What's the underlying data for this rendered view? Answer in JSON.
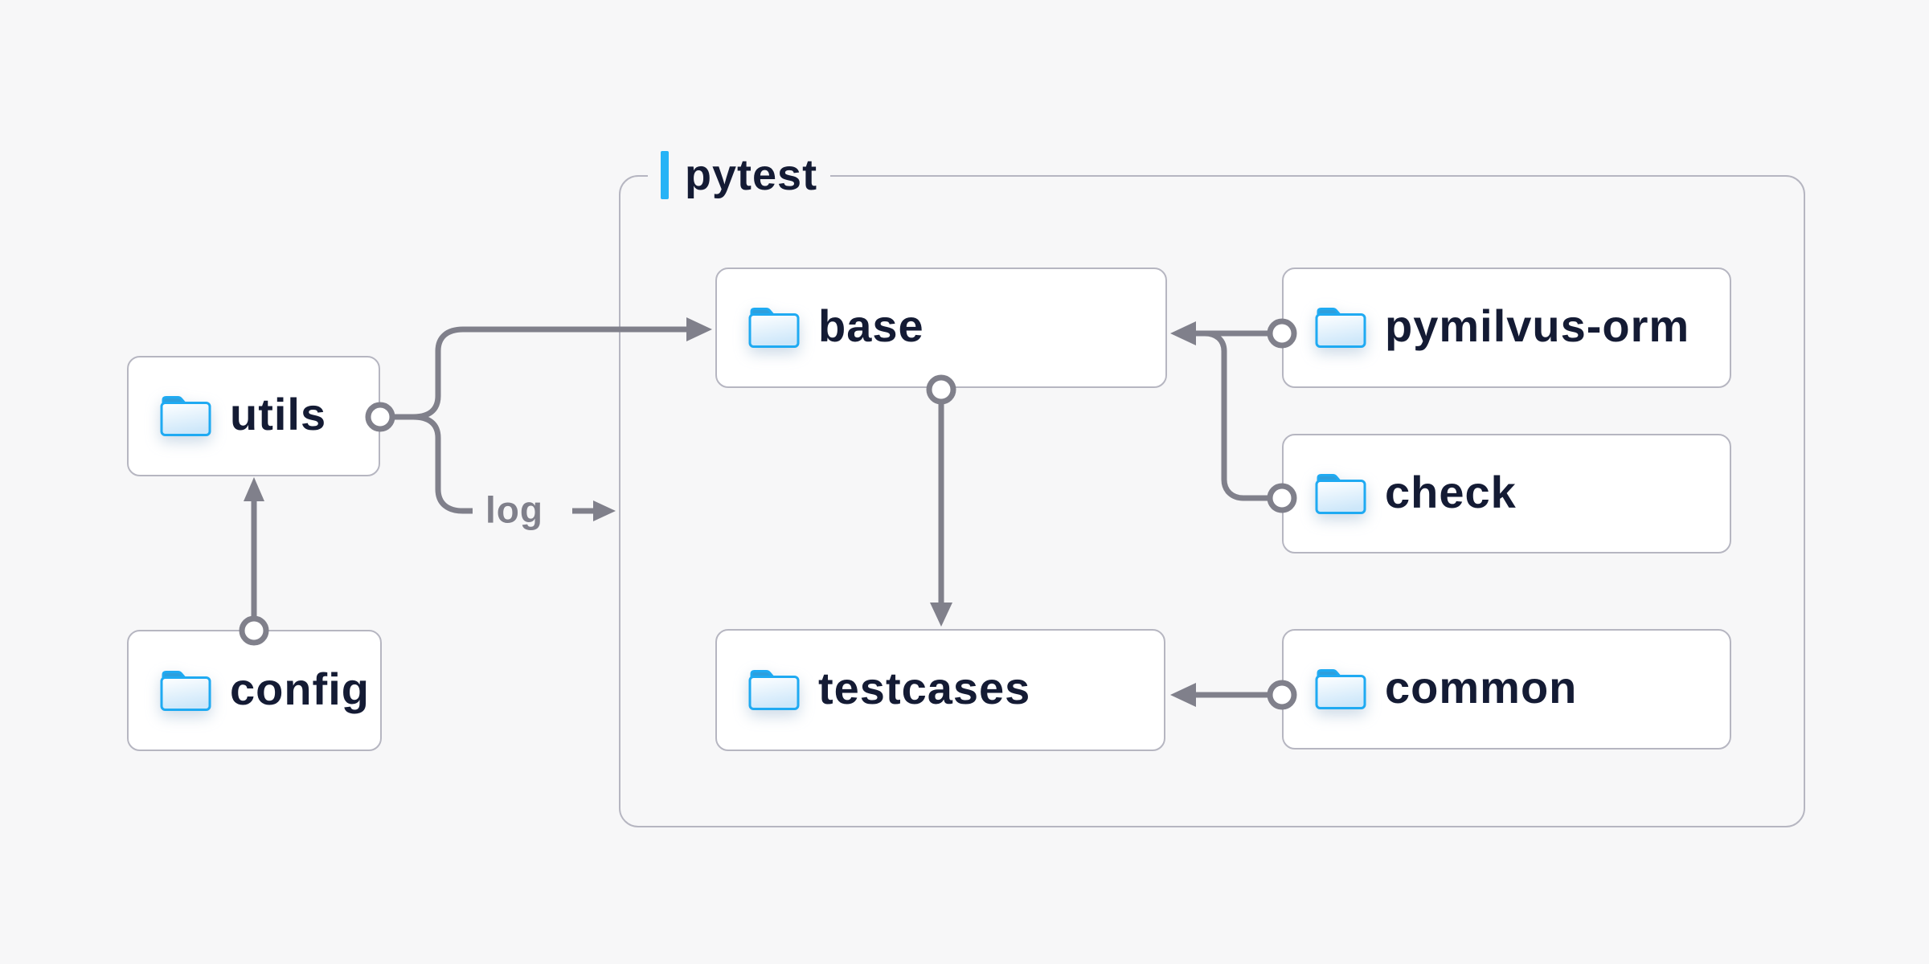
{
  "container": {
    "label": "pytest"
  },
  "nodes": [
    {
      "id": "utils",
      "label": "utils"
    },
    {
      "id": "config",
      "label": "config"
    },
    {
      "id": "base",
      "label": "base"
    },
    {
      "id": "testcases",
      "label": "testcases"
    },
    {
      "id": "pymilvus-orm",
      "label": "pymilvus-orm"
    },
    {
      "id": "check",
      "label": "check"
    },
    {
      "id": "common",
      "label": "common"
    }
  ],
  "edges": [
    {
      "from": "config",
      "to": "utils",
      "label": ""
    },
    {
      "from": "utils",
      "to": "base",
      "label": ""
    },
    {
      "from": "utils",
      "to": "pytest",
      "label": "log"
    },
    {
      "from": "pymilvus-orm",
      "to": "base",
      "label": ""
    },
    {
      "from": "check",
      "to": "base",
      "label": ""
    },
    {
      "from": "base",
      "to": "testcases",
      "label": ""
    },
    {
      "from": "common",
      "to": "testcases",
      "label": ""
    }
  ],
  "colors": {
    "background": "#f7f7f8",
    "node_fill": "#ffffff",
    "node_border": "#b6b6c1",
    "container_border": "#b6b6c1",
    "connector": "#80808b",
    "text": "#141b34",
    "accent_blue": "#27b3f6",
    "folder_stroke": "#1faaf2",
    "folder_tab": "#2d9fdd"
  },
  "icons": {
    "node_icon": "folder-icon"
  }
}
